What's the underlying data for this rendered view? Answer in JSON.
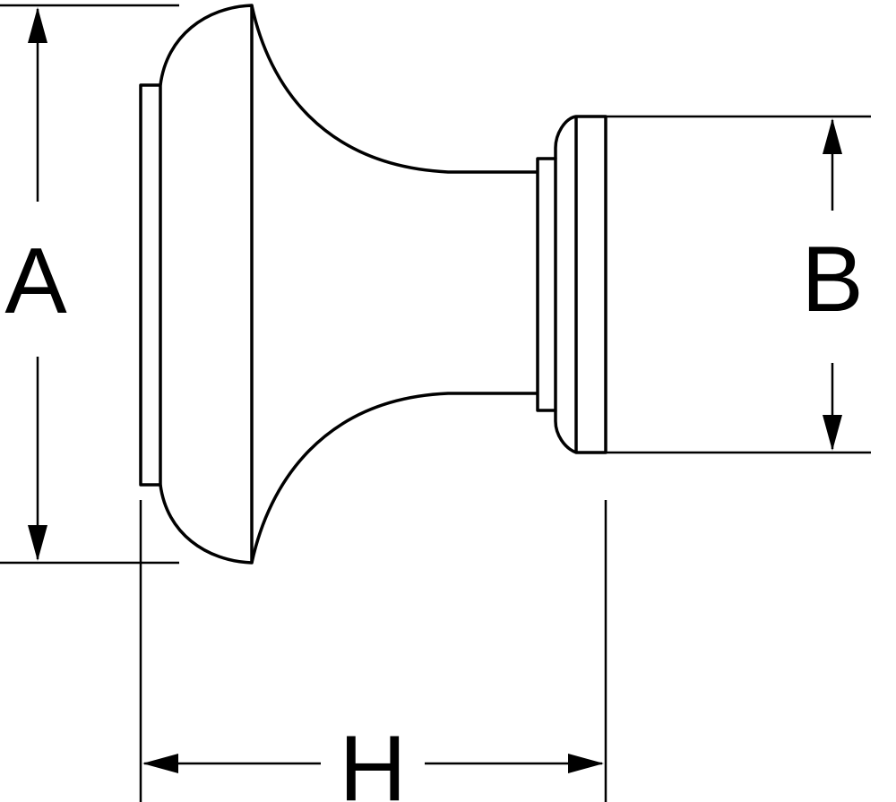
{
  "labels": {
    "a": "A",
    "b": "B",
    "h": "H"
  },
  "colors": {
    "stroke": "#000000",
    "background": "#ffffff"
  }
}
